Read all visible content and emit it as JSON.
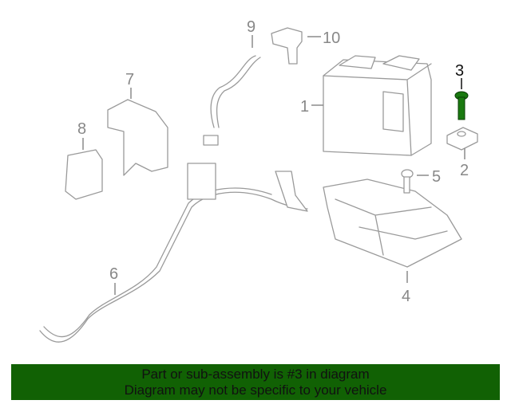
{
  "diagram": {
    "callouts": [
      "1",
      "2",
      "3",
      "4",
      "5",
      "6",
      "7",
      "8",
      "9",
      "10"
    ],
    "highlighted_part": "3",
    "highlight_color": "#1a7a10"
  },
  "banner": {
    "line1": "Part or sub-assembly is #3 in diagram",
    "line2": "Diagram may not be specific to your vehicle",
    "color": "#116104"
  }
}
